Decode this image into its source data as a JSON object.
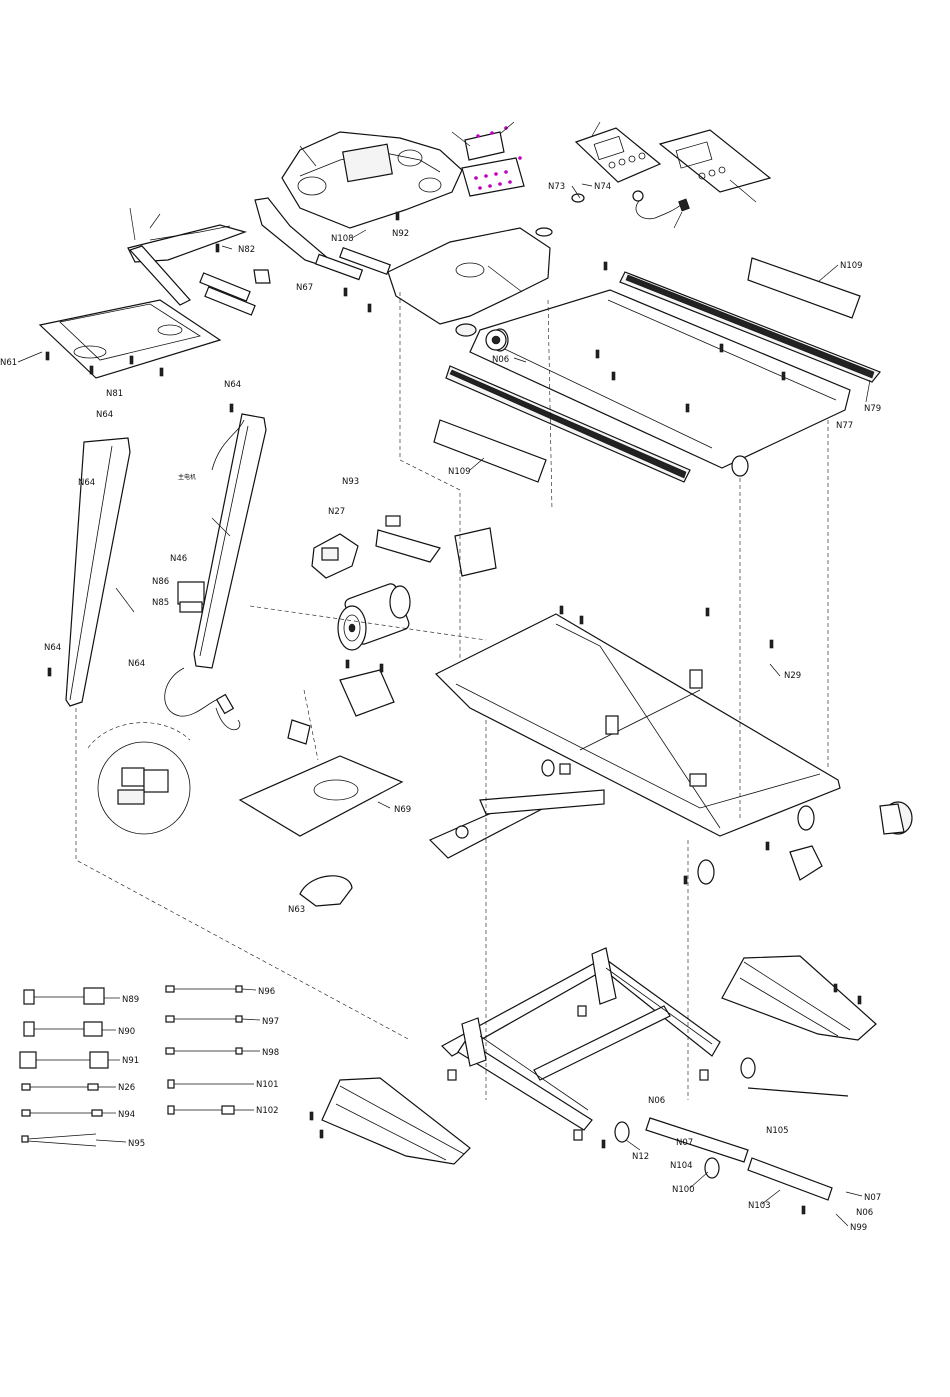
{
  "labels": [
    {
      "id": "N61",
      "text": "N61"
    },
    {
      "id": "N81",
      "text": "N81"
    },
    {
      "id": "N82",
      "text": "N82"
    },
    {
      "id": "N108",
      "text": "N108"
    },
    {
      "id": "N92",
      "text": "N92"
    },
    {
      "id": "N67",
      "text": "N67"
    },
    {
      "id": "N73",
      "text": "N73"
    },
    {
      "id": "N74",
      "text": "N74"
    },
    {
      "id": "N109a",
      "text": "N109"
    },
    {
      "id": "N109b",
      "text": "N109"
    },
    {
      "id": "N06a",
      "text": "N06"
    },
    {
      "id": "N79",
      "text": "N79"
    },
    {
      "id": "N77",
      "text": "N77"
    },
    {
      "id": "N64a",
      "text": "N64"
    },
    {
      "id": "N64b",
      "text": "N64"
    },
    {
      "id": "N64c",
      "text": "N64"
    },
    {
      "id": "N64d",
      "text": "N64"
    },
    {
      "id": "N64e",
      "text": "N64"
    },
    {
      "id": "N93",
      "text": "N93"
    },
    {
      "id": "N27",
      "text": "N27"
    },
    {
      "id": "N46",
      "text": "N46"
    },
    {
      "id": "N86",
      "text": "N86"
    },
    {
      "id": "N85",
      "text": "N85"
    },
    {
      "id": "N29",
      "text": "N29"
    },
    {
      "id": "N69",
      "text": "N69"
    },
    {
      "id": "N63",
      "text": "N63"
    },
    {
      "id": "N89",
      "text": "N89"
    },
    {
      "id": "N90",
      "text": "N90"
    },
    {
      "id": "N91",
      "text": "N91"
    },
    {
      "id": "N26",
      "text": "N26"
    },
    {
      "id": "N94",
      "text": "N94"
    },
    {
      "id": "N95",
      "text": "N95"
    },
    {
      "id": "N96",
      "text": "N96"
    },
    {
      "id": "N97",
      "text": "N97"
    },
    {
      "id": "N98",
      "text": "N98"
    },
    {
      "id": "N101",
      "text": "N101"
    },
    {
      "id": "N102",
      "text": "N102"
    },
    {
      "id": "N06b",
      "text": "N06"
    },
    {
      "id": "N07a",
      "text": "N07"
    },
    {
      "id": "N12",
      "text": "N12"
    },
    {
      "id": "N104",
      "text": "N104"
    },
    {
      "id": "N105",
      "text": "N105"
    },
    {
      "id": "N100",
      "text": "N100"
    },
    {
      "id": "N103",
      "text": "N103"
    },
    {
      "id": "N07b",
      "text": "N07"
    },
    {
      "id": "N06c",
      "text": "N06"
    },
    {
      "id": "N99",
      "text": "N99"
    }
  ],
  "annotations": {
    "motor_note": "主电机"
  }
}
